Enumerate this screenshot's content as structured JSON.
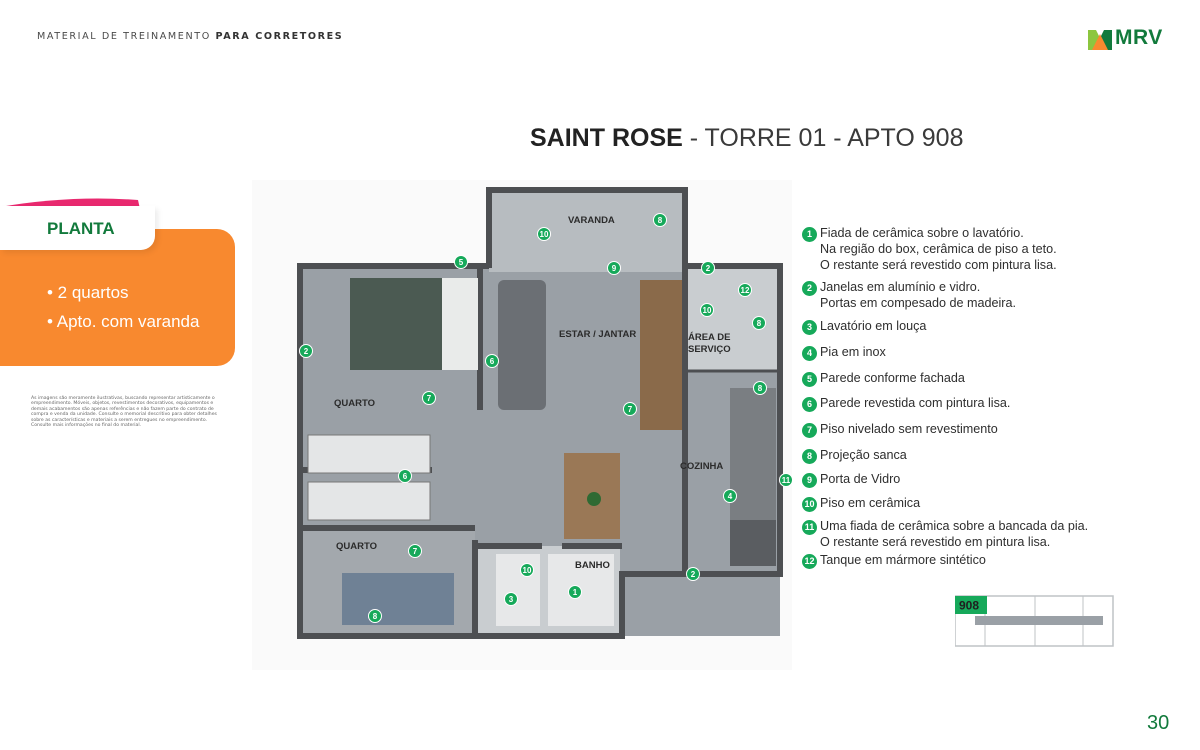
{
  "header": {
    "prefix": "MATERIAL DE TREINAMENTO ",
    "bold": "PARA CORRETORES"
  },
  "logo": {
    "text": "MRV",
    "colors": {
      "green": "#127a3c",
      "orange": "#f8892f",
      "lime": "#8cc63f"
    }
  },
  "page_number": "30",
  "card": {
    "tab_label": "PLANTA",
    "bullets": [
      "• 2 quartos",
      "• Apto. com varanda"
    ],
    "disclaimer": "As imagens são meramente ilustrativas, buscando representar artisticamente o empreendimento. Móveis, objetos, revestimentos decorativos, equipamentos e demais acabamentos são apenas referências e não fazem parte do contrato de compra e venda da unidade. Consulte o memorial descritivo para obter detalhes sobre as características e materiais a serem entregues no empreendimento. Consulte mais informações no final do material."
  },
  "title": {
    "bold": "SAINT ROSE",
    "rest": " - TORRE 01 - APTO 908"
  },
  "plan": {
    "rooms": {
      "varanda": "VARANDA",
      "estar": "ESTAR / JANTAR",
      "area1": "ÁREA DE",
      "area2": "SERVIÇO",
      "quarto": "QUARTO",
      "cozinha": "COZINHA",
      "banho": "BANHO"
    },
    "markers": [
      "10",
      "8",
      "5",
      "9",
      "2",
      "12",
      "10",
      "8",
      "2",
      "6",
      "7",
      "7",
      "8",
      "11",
      "4",
      "6",
      "7",
      "10",
      "3",
      "1",
      "2",
      "8"
    ]
  },
  "legend": [
    {
      "num": "1",
      "line1": "Fiada de cerâmica sobre o lavatório.",
      "line2": "Na região do box, cerâmica de piso a teto.",
      "line3": "O restante será revestido com pintura lisa."
    },
    {
      "num": "2",
      "line1": "Janelas em alumínio e vidro.",
      "line2": "Portas em compesado de madeira."
    },
    {
      "num": "3",
      "line1": "Lavatório em louça"
    },
    {
      "num": "4",
      "line1": "Pia em inox"
    },
    {
      "num": "5",
      "line1": "Parede conforme fachada"
    },
    {
      "num": "6",
      "line1": "Parede revestida com pintura lisa."
    },
    {
      "num": "7",
      "line1": "Piso nivelado sem revestimento"
    },
    {
      "num": "8",
      "line1": "Projeção sanca"
    },
    {
      "num": "9",
      "line1": "Porta de Vidro"
    },
    {
      "num": "10",
      "line1": "Piso em cerâmica"
    },
    {
      "num": "11",
      "line1": "Uma fiada de cerâmica sobre a bancada da pia.",
      "line2": "O restante será revestido em pintura lisa."
    },
    {
      "num": "12",
      "line1": "Tanque em mármore sintético"
    }
  ],
  "keyplan": {
    "unit": "908"
  }
}
